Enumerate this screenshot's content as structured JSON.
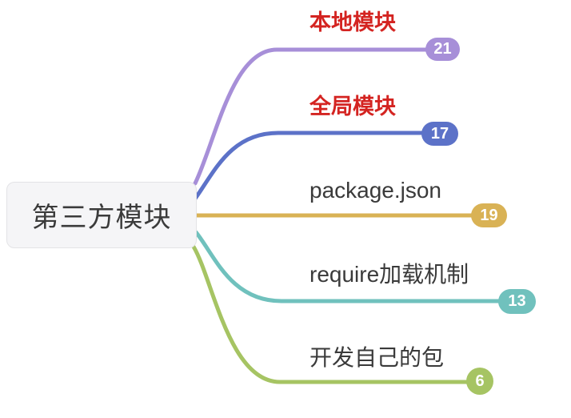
{
  "root": {
    "label": "第三方模块"
  },
  "colors": {
    "canvas_background": "#ffffff",
    "root_background": "#f5f5f7",
    "root_border": "#e3e3e6",
    "root_text": "#3b3b3b",
    "emphasis_text": "#d42421",
    "plain_text": "#3a3a3a",
    "badge_text": "#ffffff"
  },
  "branches": [
    {
      "label": "本地模块",
      "count": "21",
      "color": "#a78fd8",
      "label_color": "#d42421",
      "emphasized": true
    },
    {
      "label": "全局模块",
      "count": "17",
      "color": "#5c72c8",
      "label_color": "#d42421",
      "emphasized": true
    },
    {
      "label": "package.json",
      "count": "19",
      "color": "#d9b255",
      "label_color": "#3a3a3a",
      "emphasized": false
    },
    {
      "label": "require加载机制",
      "count": "13",
      "color": "#70c1bd",
      "label_color": "#3a3a3a",
      "emphasized": false
    },
    {
      "label": "开发自己的包",
      "count": "6",
      "color": "#a6c463",
      "label_color": "#3a3a3a",
      "emphasized": false
    }
  ]
}
